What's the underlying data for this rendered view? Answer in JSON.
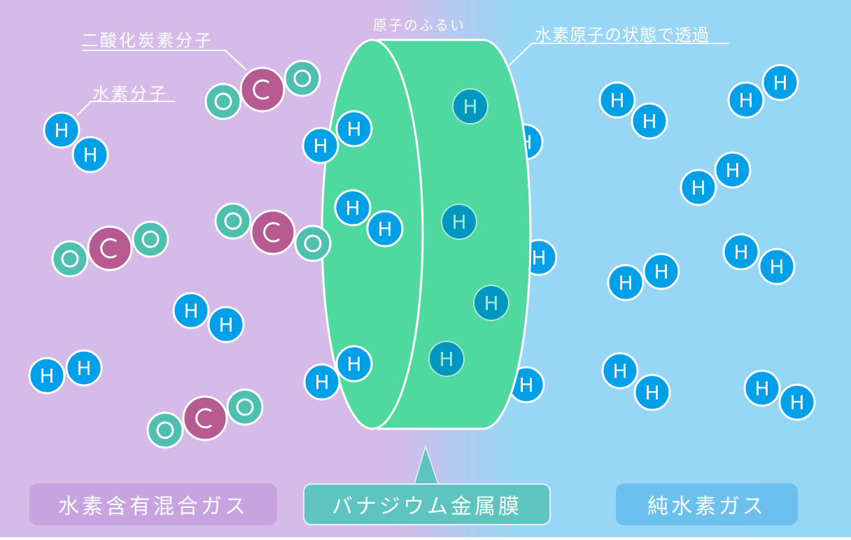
{
  "colors": {
    "bg_left": "#d6bbe8",
    "bg_right": "#96d6f5",
    "membrane": "#4fd9a0",
    "hydrogen": "#00a0e9",
    "hydrogen_in_membrane": "#0096bf",
    "carbon": "#b85a92",
    "oxygen": "#4fbfb0",
    "tag_left": "#c7a4e0",
    "tag_center": "#5fc4bf",
    "tag_right": "#6cc0ee"
  },
  "labels": {
    "co2_molecule": "二酸化炭素分子",
    "h2_molecule": "水素分子",
    "atomic_sieve": "原子のふるい",
    "atomic_permeation": "水素原子の状態で透過"
  },
  "tags": {
    "left": "水素含有混合ガス",
    "center": "バナジウム金属膜",
    "right": "純水素ガス"
  },
  "atoms": {
    "hydrogen": "H",
    "carbon": "C",
    "oxygen": "O"
  }
}
